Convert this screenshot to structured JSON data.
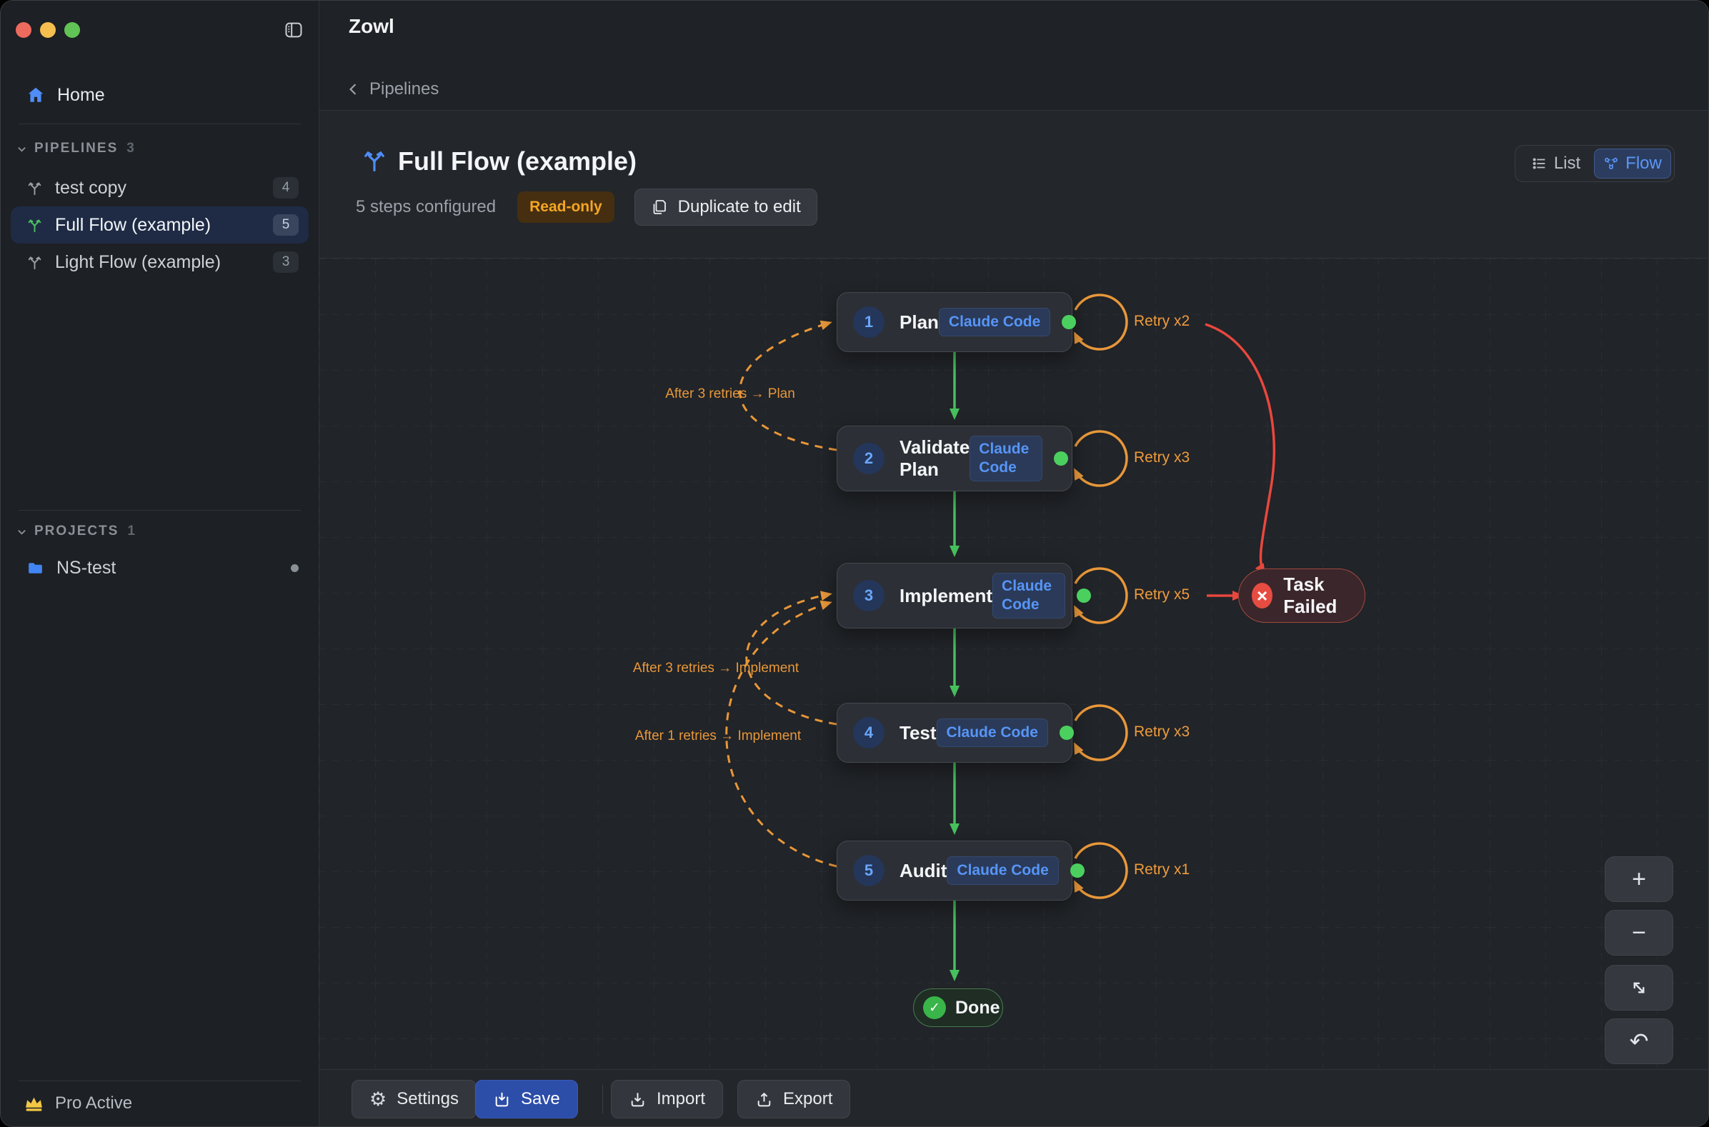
{
  "window": {
    "app_title": "Zowl",
    "breadcrumb": "Pipelines"
  },
  "sidebar": {
    "home_label": "Home",
    "pipelines_section": {
      "label": "PIPELINES",
      "count": "3"
    },
    "pipelines": [
      {
        "label": "test copy",
        "count": "4",
        "selected": false
      },
      {
        "label": "Full Flow (example)",
        "count": "5",
        "selected": true
      },
      {
        "label": "Light Flow (example)",
        "count": "3",
        "selected": false
      }
    ],
    "projects_section": {
      "label": "PROJECTS",
      "count": "1"
    },
    "projects": [
      {
        "label": "NS-test"
      }
    ],
    "footer_label": "Pro Active"
  },
  "header": {
    "title": "Full Flow (example)",
    "steps_configured": "5 steps configured",
    "readonly_badge": "Read-only",
    "duplicate_button": "Duplicate to edit",
    "view_toggle": {
      "list_label": "List",
      "flow_label": "Flow",
      "active": "Flow"
    }
  },
  "flow": {
    "steps": [
      {
        "num": "1",
        "label": "Plan",
        "agent": "Claude Code",
        "retry": "Retry x2"
      },
      {
        "num": "2",
        "label": "Validate Plan",
        "agent": "Claude Code",
        "retry": "Retry x3"
      },
      {
        "num": "3",
        "label": "Implement",
        "agent": "Claude Code",
        "retry": "Retry x5"
      },
      {
        "num": "4",
        "label": "Test",
        "agent": "Claude Code",
        "retry": "Retry x3"
      },
      {
        "num": "5",
        "label": "Audit",
        "agent": "Claude Code",
        "retry": "Retry x1"
      }
    ],
    "fallback_labels": [
      "After 3 retries → Plan",
      "After 3 retries → Implement",
      "After 1 retries → Implement"
    ],
    "task_failed_label": "Task Failed",
    "done_label": "Done"
  },
  "toolbar": {
    "settings": "Settings",
    "save": "Save",
    "import": "Import",
    "export": "Export"
  },
  "zoom_controls": {
    "zoom_in": "+",
    "zoom_out": "−"
  },
  "icons": {
    "gear": "⚙",
    "check": "✓",
    "close": "×",
    "undo": "↶",
    "back_chevron": "‹"
  },
  "colors": {
    "accent_blue": "#4f8df7",
    "orange": "#e8973a",
    "green": "#46c05c",
    "red": "#e8473e",
    "readonly_text": "#f5a524",
    "selected_row_bg": "#1f2b44",
    "node_bg": "#2c2f35",
    "canvas_bg": "#212428",
    "sidebar_bg": "#1d2024"
  }
}
